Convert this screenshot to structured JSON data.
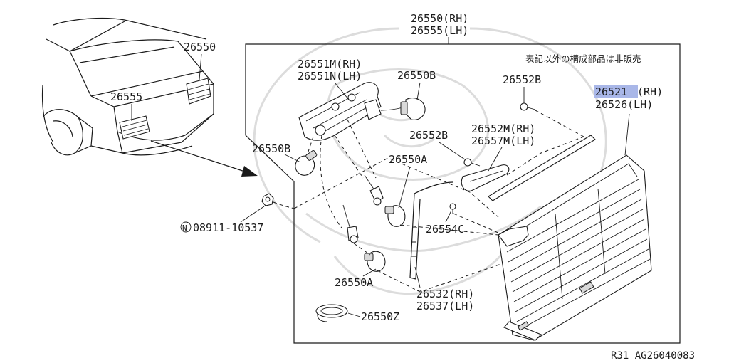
{
  "colors": {
    "highlight": "#a9b7e8",
    "ink": "#1a1a1a",
    "watermark": "#dcdcdc"
  },
  "labels": {
    "assy_rh": "26550(RH)",
    "assy_lh": "26555(LH)",
    "car_26550": "26550",
    "car_26555": "26555",
    "socket_rh": "26551M(RH)",
    "socket_lh": "26551N(LH)",
    "bulb_26550b_top": "26550B",
    "bulb_26550b_left": "26550B",
    "screw_26552b_top": "26552B",
    "screw_26552b_mid": "26552B",
    "finisher_rh": "26552M(RH)",
    "finisher_lh": "26557M(LH)",
    "bulb_26550a_mid": "26550A",
    "bulb_26550a_low": "26550A",
    "clip_26554c": "26554C",
    "nut_part": "08911-10537",
    "nut_symbol": "N",
    "lens_rh": "26521",
    "lens_rh_suffix": "(RH)",
    "lens_lh": "26526(LH)",
    "gasket_rh": "26532(RH)",
    "gasket_lh": "26537(LH)",
    "harness": "26550Z",
    "note_jp": "表記以外の構成部品は非販売",
    "ref_code": "R31  AG26040083"
  }
}
